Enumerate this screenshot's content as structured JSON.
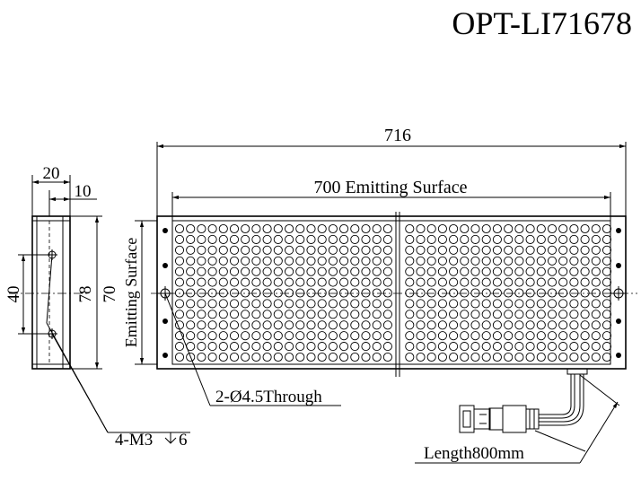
{
  "title": "OPT-LI71678",
  "front_view": {
    "overall_length": "716",
    "emitting_length": "700 Emitting Surface",
    "height": "70",
    "emitting_height": "Emitting Surface",
    "hole_callout": "2-Ø4.5Through",
    "cable_length": "Length800mm"
  },
  "side_view": {
    "width": "20",
    "offset": "10",
    "hole_spacing": "40",
    "height": "78",
    "thread_callout": "4-M3",
    "thread_depth": "6"
  }
}
